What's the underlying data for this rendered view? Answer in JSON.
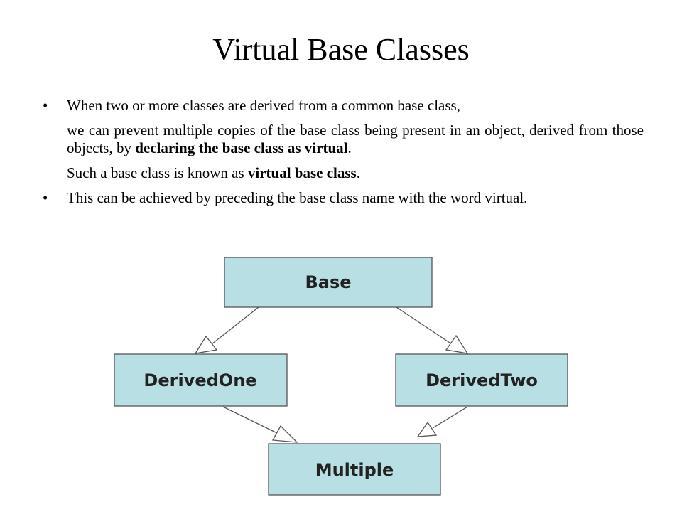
{
  "slide": {
    "title": "Virtual Base Classes",
    "bullet_glyph": "•",
    "bullet1": {
      "text": "When two or more classes are derived from a common base class,"
    },
    "para2": {
      "pre": "we can prevent multiple copies of the base class being present in an object, derived from those objects, by ",
      "bold": "declaring the base class as virtual",
      "post": "."
    },
    "para3": {
      "pre": "Such a base class is known as ",
      "bold": "virtual base class",
      "post": "."
    },
    "bullet2": {
      "text": "This can be achieved by preceding the base class name with the word virtual."
    }
  },
  "diagram": {
    "box_fill": "#b8dfe3",
    "box_border": "#555555",
    "arrow_color": "#555555",
    "boxes": {
      "base": "Base",
      "derived_one": "DerivedOne",
      "derived_two": "DerivedTwo",
      "multiple": "Multiple"
    }
  }
}
